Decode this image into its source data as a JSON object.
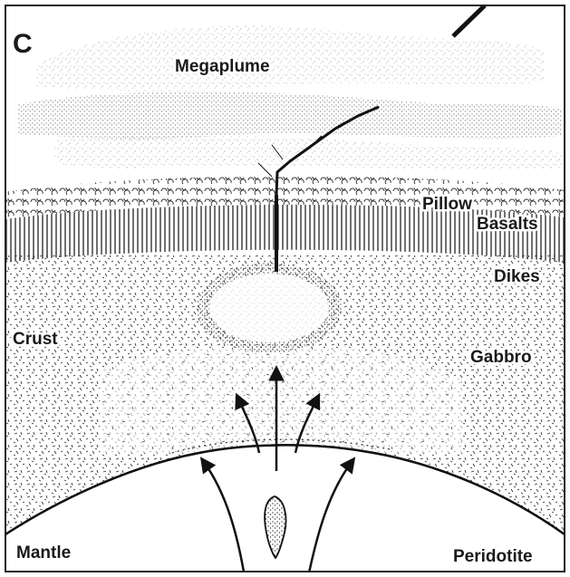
{
  "panel_letter": "C",
  "labels": {
    "megaplume": "Megaplume",
    "pillow": "Pillow",
    "basalts": "Basalts",
    "dikes": "Dikes",
    "crust": "Crust",
    "gabbro": "Gabbro",
    "mantle": "Mantle",
    "peridotite": "Peridotite"
  }
}
